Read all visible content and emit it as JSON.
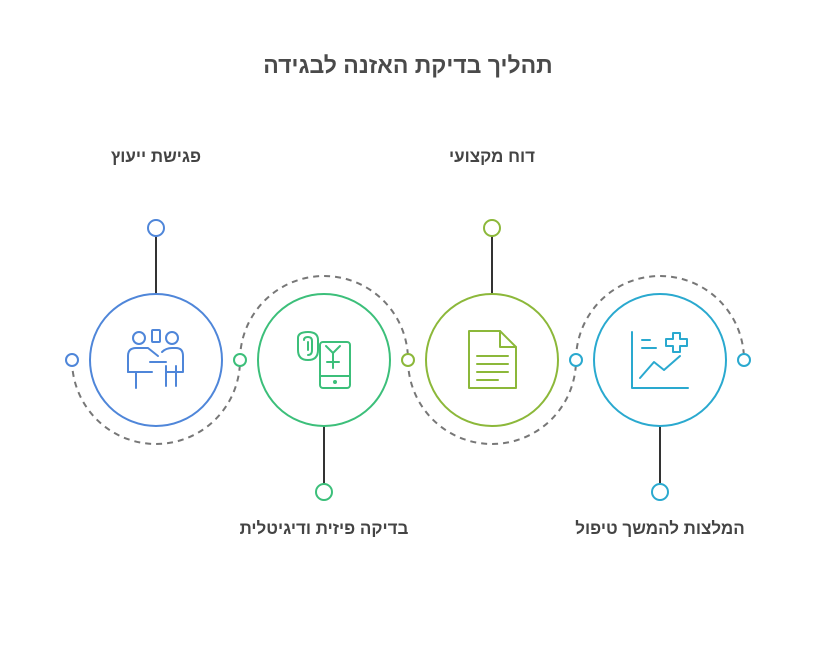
{
  "title": "תהליך בדיקת האזנה לבגידה",
  "steps": [
    {
      "label": "פגישת ייעוץ",
      "icon": "consultation-meeting-icon",
      "color": "#4f86d9"
    },
    {
      "label": "בדיקה פיזית ודיגיטלית",
      "icon": "fingerprint-phone-scan-icon",
      "color": "#3cbf7a"
    },
    {
      "label": "דוח מקצועי",
      "icon": "document-report-icon",
      "color": "#8cb83a"
    },
    {
      "label": "המלצות להמשך טיפול",
      "icon": "chart-medical-cross-icon",
      "color": "#2aa9cf"
    }
  ],
  "connector_color": "#777777"
}
